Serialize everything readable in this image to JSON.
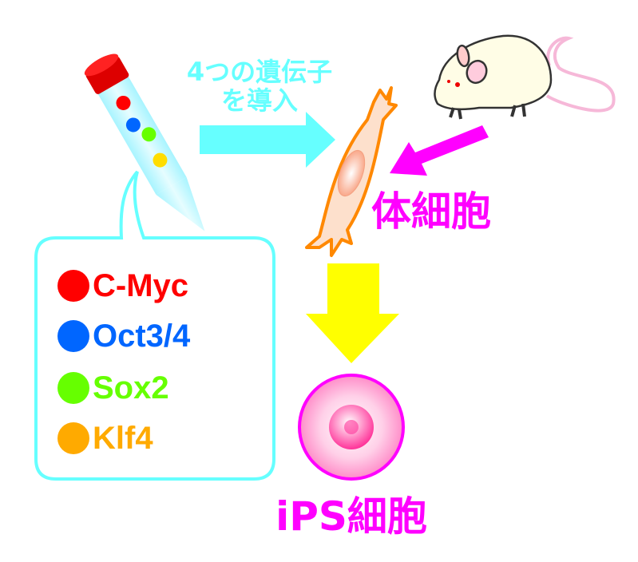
{
  "transfer_label": {
    "line1": "4つの遺伝子",
    "line2": "を導入"
  },
  "somatic_cell_label": "体細胞",
  "ips_cell_label": "iPS細胞",
  "genes": [
    {
      "name": "C-Myc",
      "color": "#ff0000"
    },
    {
      "name": "Oct3/4",
      "color": "#0066ff"
    },
    {
      "name": "Sox2",
      "color": "#66ff00"
    },
    {
      "name": "Klf4",
      "color": "#ffaa00"
    }
  ],
  "colors": {
    "cyan": "#66ffff",
    "magenta": "#ff00ff",
    "yellow": "#ffff00",
    "orange": "#ff8800"
  }
}
